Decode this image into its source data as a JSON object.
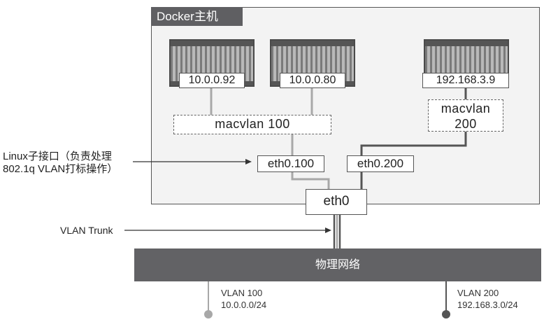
{
  "host": {
    "title": "Docker主机"
  },
  "containers": [
    {
      "ip": "10.0.0.92"
    },
    {
      "ip": "10.0.0.80"
    },
    {
      "ip": "192.168.3.9"
    }
  ],
  "macvlans": [
    {
      "label": "macvlan 100"
    },
    {
      "label_line1": "macvlan",
      "label_line2": "200"
    }
  ],
  "interfaces": {
    "sub1": "eth0.100",
    "sub2": "eth0.200",
    "main": "eth0"
  },
  "network": {
    "label": "物理网络"
  },
  "annotations": {
    "linux_line1": "Linux子接口（负责处理",
    "linux_line2": "802.1q VLAN打标操作）",
    "trunk": "VLAN Trunk"
  },
  "vlans": [
    {
      "name": "VLAN 100",
      "subnet": "10.0.0.0/24",
      "color": "#a8a8a8"
    },
    {
      "name": "VLAN 200",
      "subnet": "192.168.3.0/24",
      "color": "#555555"
    }
  ]
}
